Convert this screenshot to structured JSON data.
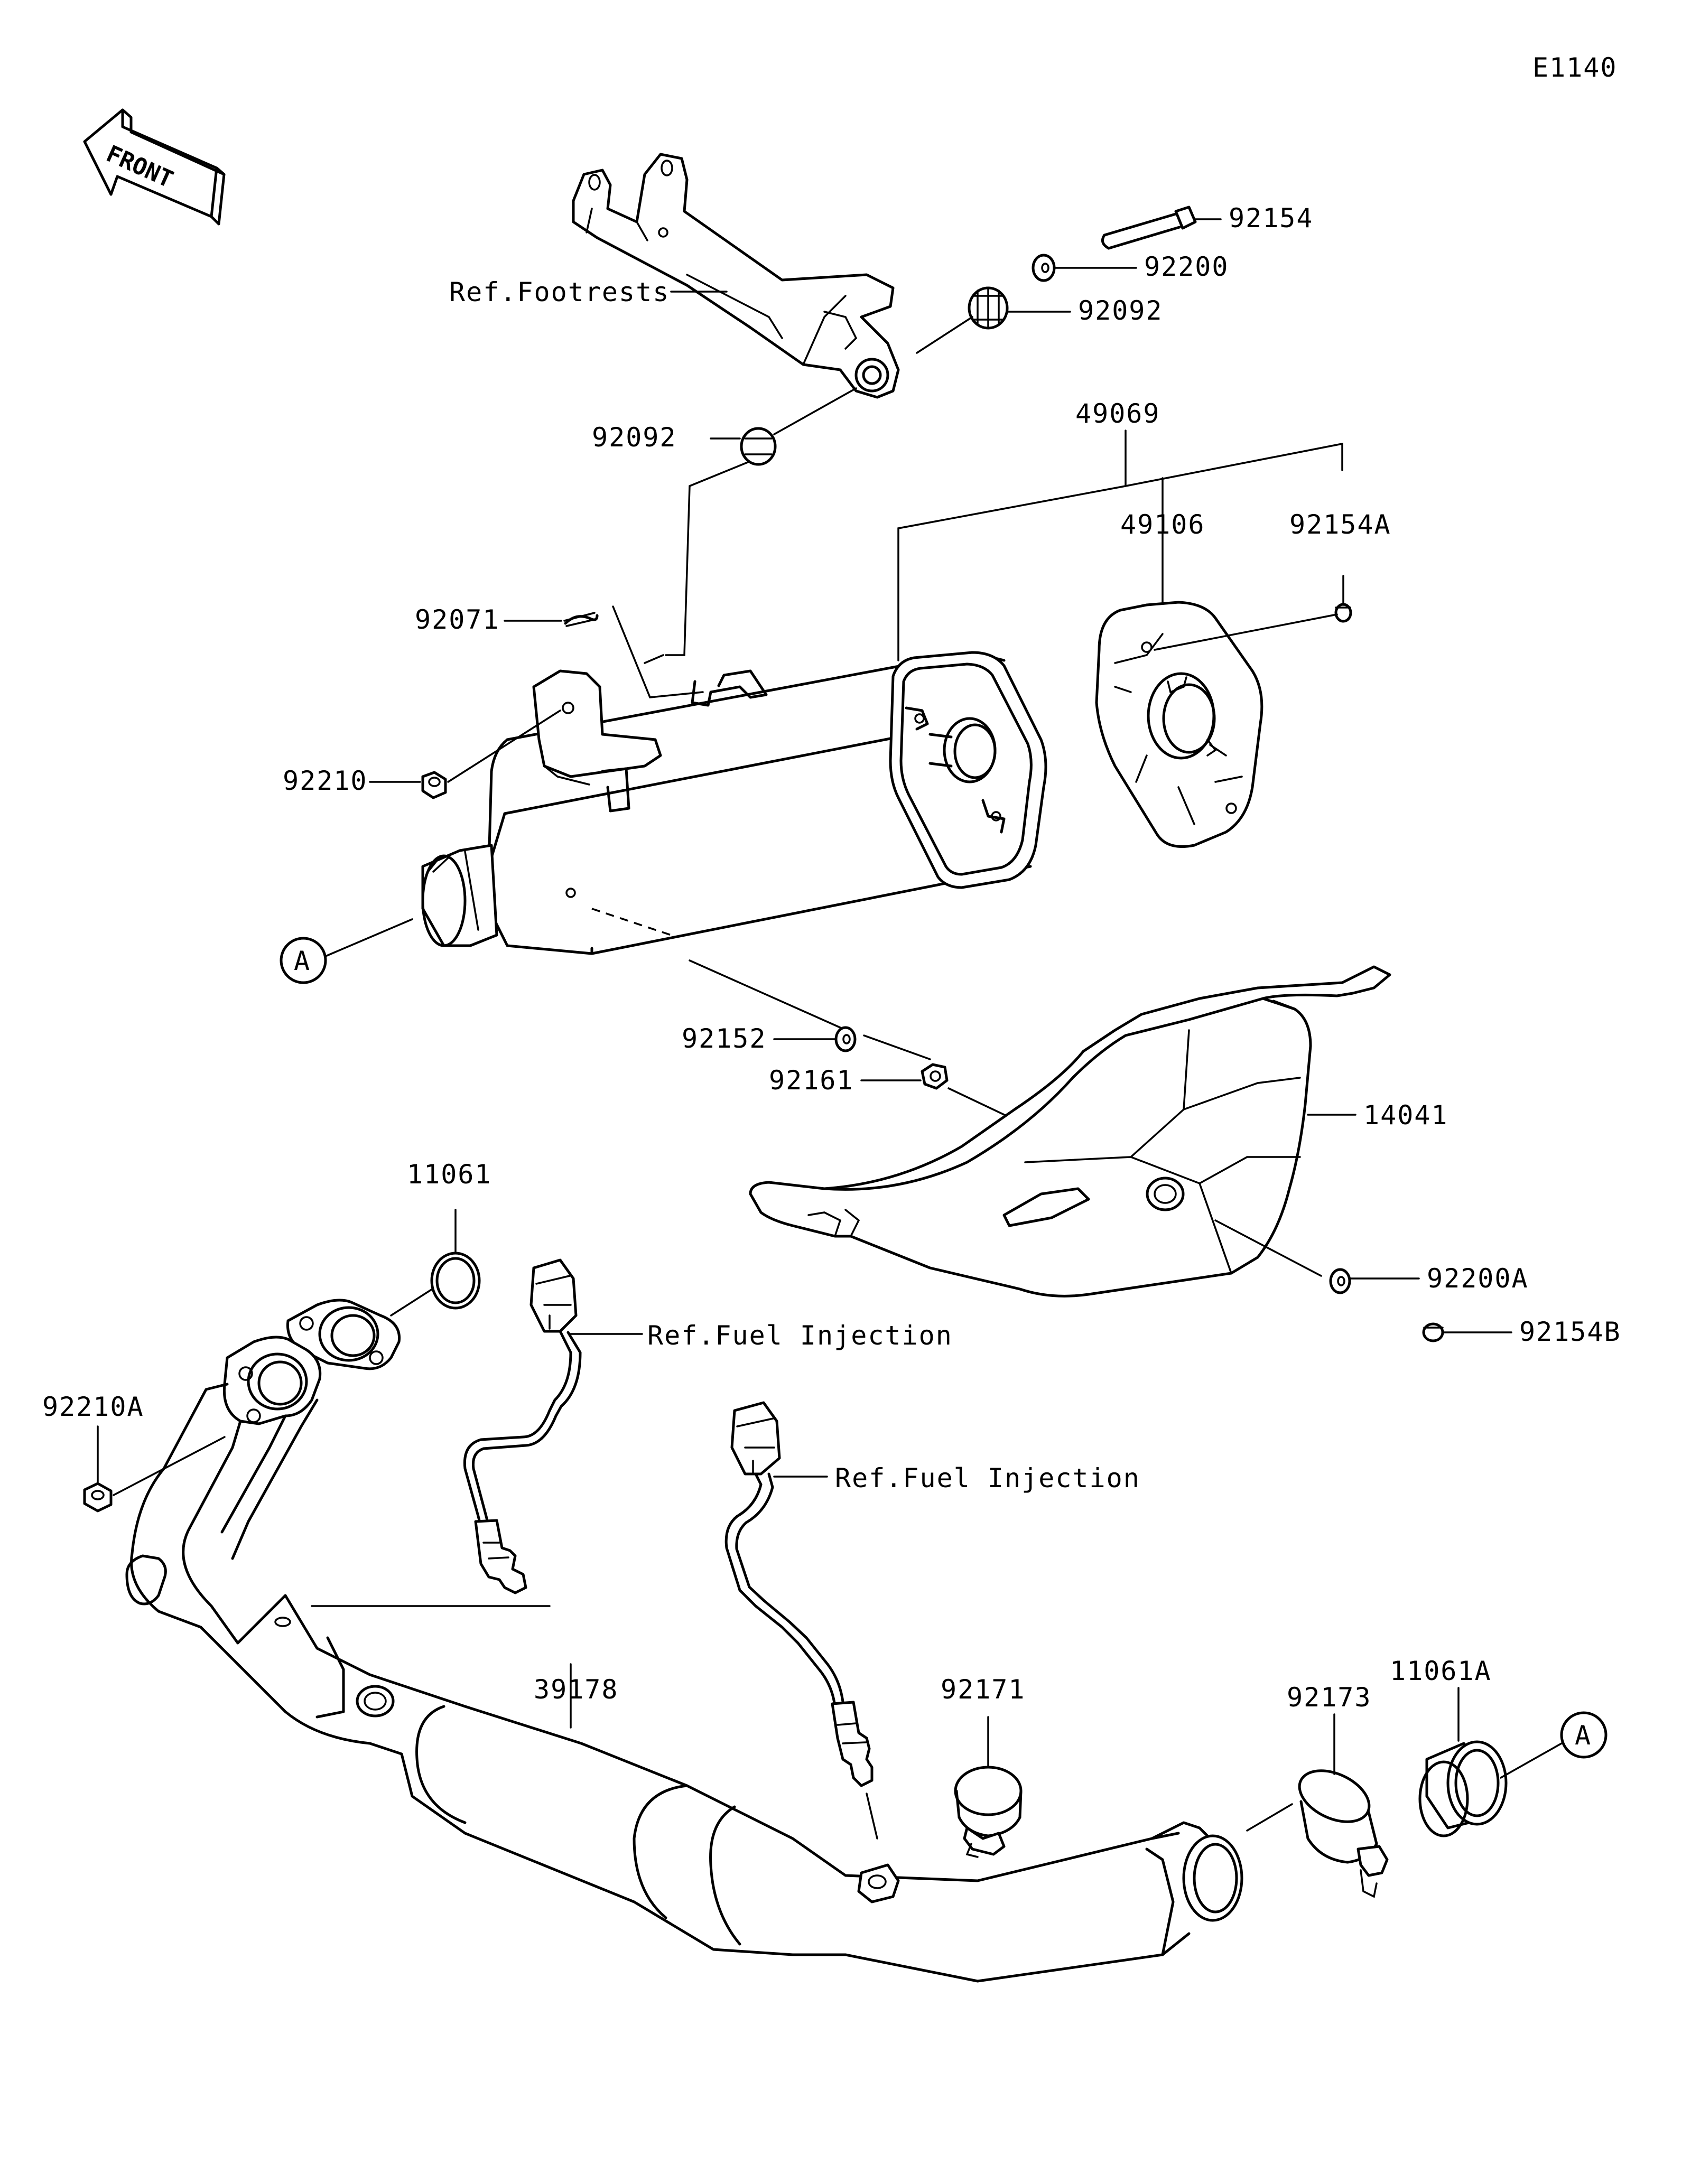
{
  "diagram_code": "E1140",
  "front_label": "FRONT",
  "parts": {
    "p92154": "92154",
    "p92200": "92200",
    "p92092_top": "92092",
    "p92092_left": "92092",
    "p49069": "49069",
    "p49106": "49106",
    "p92154A": "92154A",
    "p92071": "92071",
    "p92210": "92210",
    "p92152": "92152",
    "p92161": "92161",
    "p14041": "14041",
    "p11061": "11061",
    "p92200A": "92200A",
    "p92154B": "92154B",
    "p92210A": "92210A",
    "p39178": "39178",
    "p92171": "92171",
    "p92173": "92173",
    "p11061A": "11061A"
  },
  "refs": {
    "footrests": "Ref.Footrests",
    "fuel_injection_1": "Ref.Fuel Injection",
    "fuel_injection_2": "Ref.Fuel Injection"
  },
  "connectors": {
    "a_left": "A",
    "a_right": "A"
  }
}
